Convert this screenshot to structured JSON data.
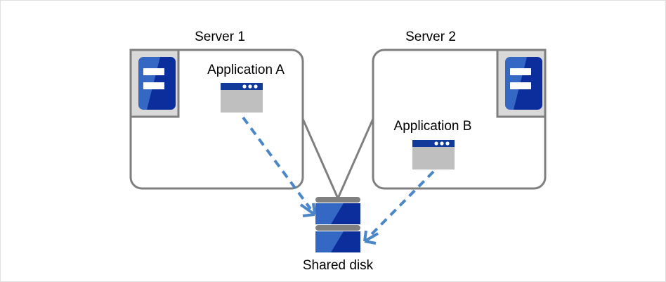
{
  "diagram": {
    "title_server1": "Server 1",
    "title_server2": "Server 2",
    "app_a_label": "Application A",
    "app_b_label": "Application B",
    "disk_label": "Shared disk",
    "colors": {
      "box_stroke": "#7f7f7f",
      "connector_stroke": "#7f7f7f",
      "arrow_blue": "#4a86c8",
      "icon_blue_light": "#3567c4",
      "icon_blue_dark": "#0b2e9c",
      "icon_frame_gray": "#7f7f7f",
      "icon_fill_gray": "#d9d9d9",
      "window_titlebar": "#123a9b",
      "window_body": "#bfbfbf",
      "disk_bar_gray": "#808080",
      "canvas_border": "#e0e0e0",
      "text": "#000000"
    }
  }
}
